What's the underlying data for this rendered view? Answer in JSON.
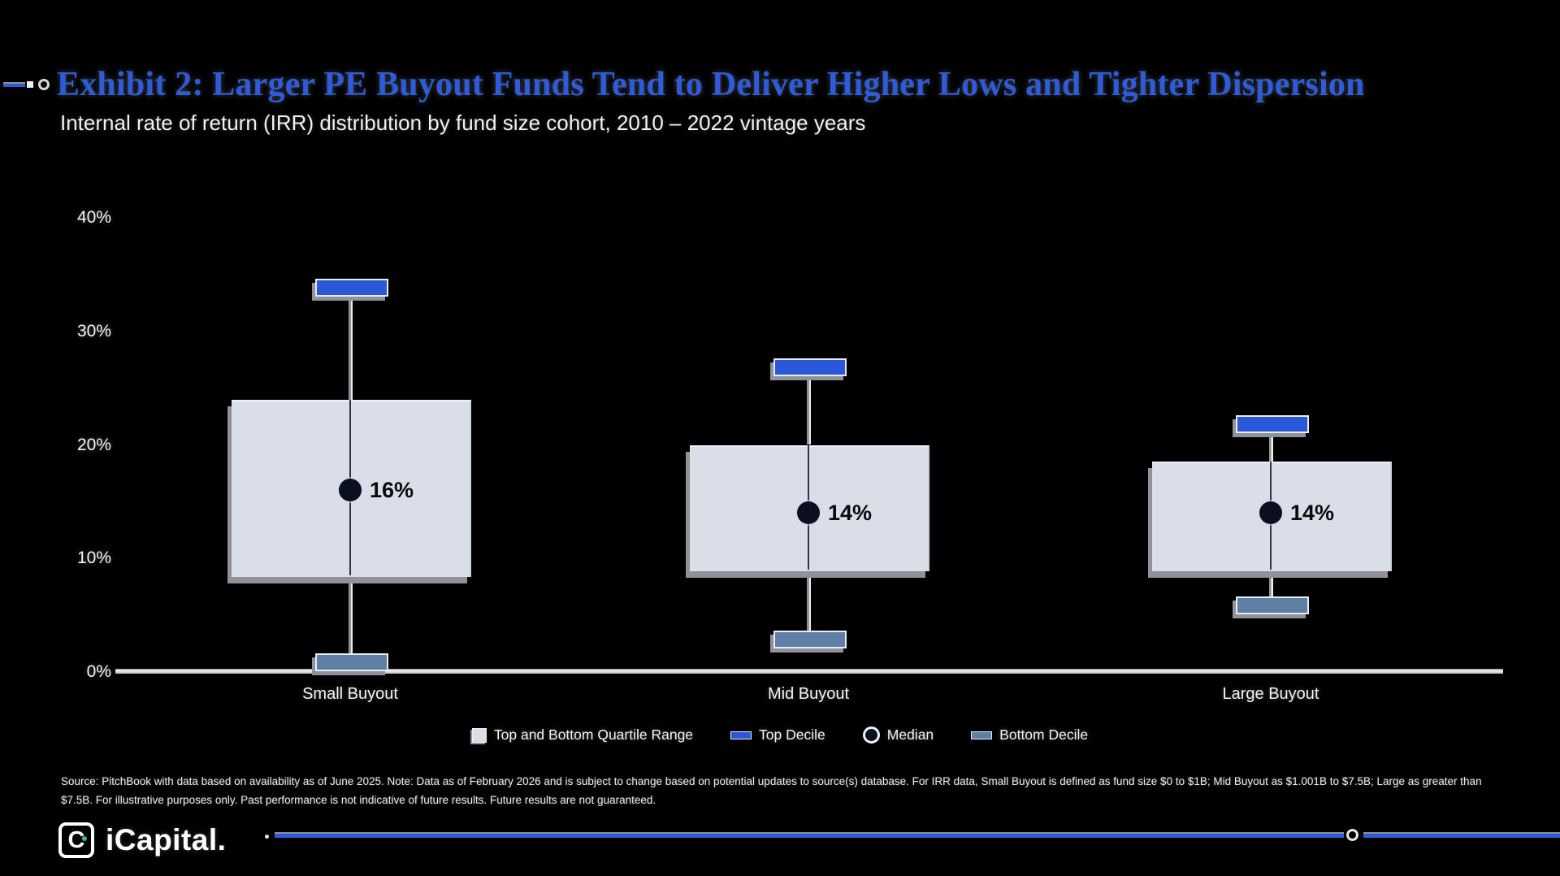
{
  "header": {
    "title": "Exhibit 2: Larger PE Buyout Funds Tend to Deliver Higher Lows and Tighter Dispersion",
    "subtitle": "Internal rate of return (IRR) distribution by fund size cohort, 2010 – 2022 vintage years",
    "title_color": "#2D5BDB"
  },
  "chart_data": {
    "type": "boxplot",
    "title": "Exhibit 2: Larger PE Buyout Funds Tend to Deliver Higher Lows and Tighter Dispersion",
    "subtitle": "Internal rate of return (IRR) distribution by fund size cohort, 2010 – 2022 vintage years",
    "categories": [
      "Small Buyout",
      "Mid Buyout",
      "Large Buyout"
    ],
    "ylim": [
      0,
      40
    ],
    "y_ticks": [
      "40%",
      "30%",
      "20%",
      "10%",
      "0%"
    ],
    "y_tick_values": [
      40,
      30,
      20,
      10,
      0
    ],
    "grid": "off",
    "legend_position": "bottom",
    "series": [
      {
        "name": "Small Buyout",
        "top_decile": 34,
        "top_quartile": 24,
        "median": 16,
        "bottom_quartile": 8.5,
        "bottom_decile": 1,
        "median_label": "16%"
      },
      {
        "name": "Mid Buyout",
        "top_decile": 27,
        "top_quartile": 20,
        "median": 14,
        "bottom_quartile": 9,
        "bottom_decile": 3,
        "median_label": "14%"
      },
      {
        "name": "Large Buyout",
        "top_decile": 22,
        "top_quartile": 18.5,
        "median": 14,
        "bottom_quartile": 9,
        "bottom_decile": 6,
        "median_label": "14%"
      }
    ],
    "legend_items": [
      {
        "label": "Top and Bottom Quartile Range",
        "swatch": "quartile-box"
      },
      {
        "label": "Top Decile",
        "swatch": "top-decile-bar"
      },
      {
        "label": "Median",
        "swatch": "median-dot"
      },
      {
        "label": "Bottom Decile",
        "swatch": "bottom-decile-bar"
      }
    ],
    "colors": {
      "background": "#000000",
      "quartile_box": "#D9DEE8",
      "top_decile": "#2B58D8",
      "bottom_decile": "#5F7FA6",
      "median_dot": "#0A1020",
      "whisker": "#8F9296",
      "axis_line": "#DCDCDC",
      "title_accent": "#2D5BDB"
    }
  },
  "footer": {
    "source_text": "Source: PitchBook with data based on availability as of June 2025. Note: Data as of February 2026 and is subject to change based on potential updates to source(s) database. For IRR data, Small Buyout is defined as fund size $0 to $1B; Mid Buyout as $1.001B to $7.5B; Large as greater than $7.5B. For illustrative purposes only. Past performance is not indicative of future results. Future results are not guaranteed.",
    "logo_text": "iCapital.",
    "logo_letter": "C"
  }
}
